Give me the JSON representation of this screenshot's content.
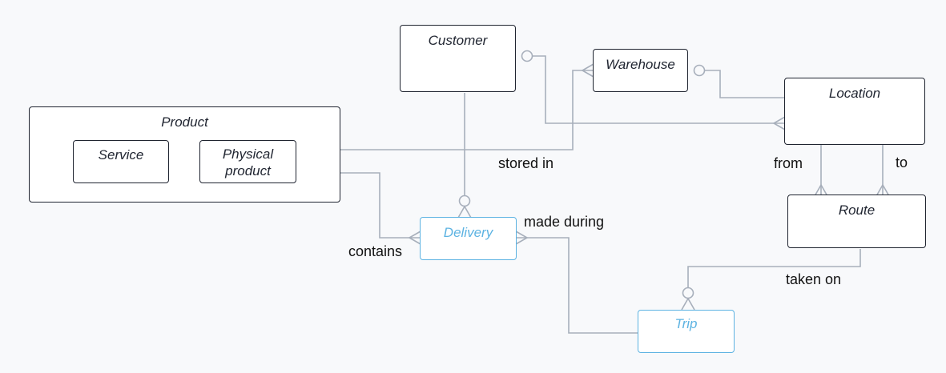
{
  "entities": {
    "customer": "Customer",
    "warehouse": "Warehouse",
    "location": "Location",
    "product": "Product",
    "service": "Service",
    "physical_product_line1": "Physical",
    "physical_product_line2": "product",
    "route": "Route",
    "delivery": "Delivery",
    "trip": "Trip"
  },
  "relationships": {
    "stored_in": "stored in",
    "from": "from",
    "to": "to",
    "made_during": "made during",
    "contains": "contains",
    "taken_on": "taken on"
  },
  "colors": {
    "entity_border": "#1f2430",
    "highlight_entity": "#5db3e2",
    "connector": "#a7afbb",
    "background": "#f8f9fb"
  }
}
